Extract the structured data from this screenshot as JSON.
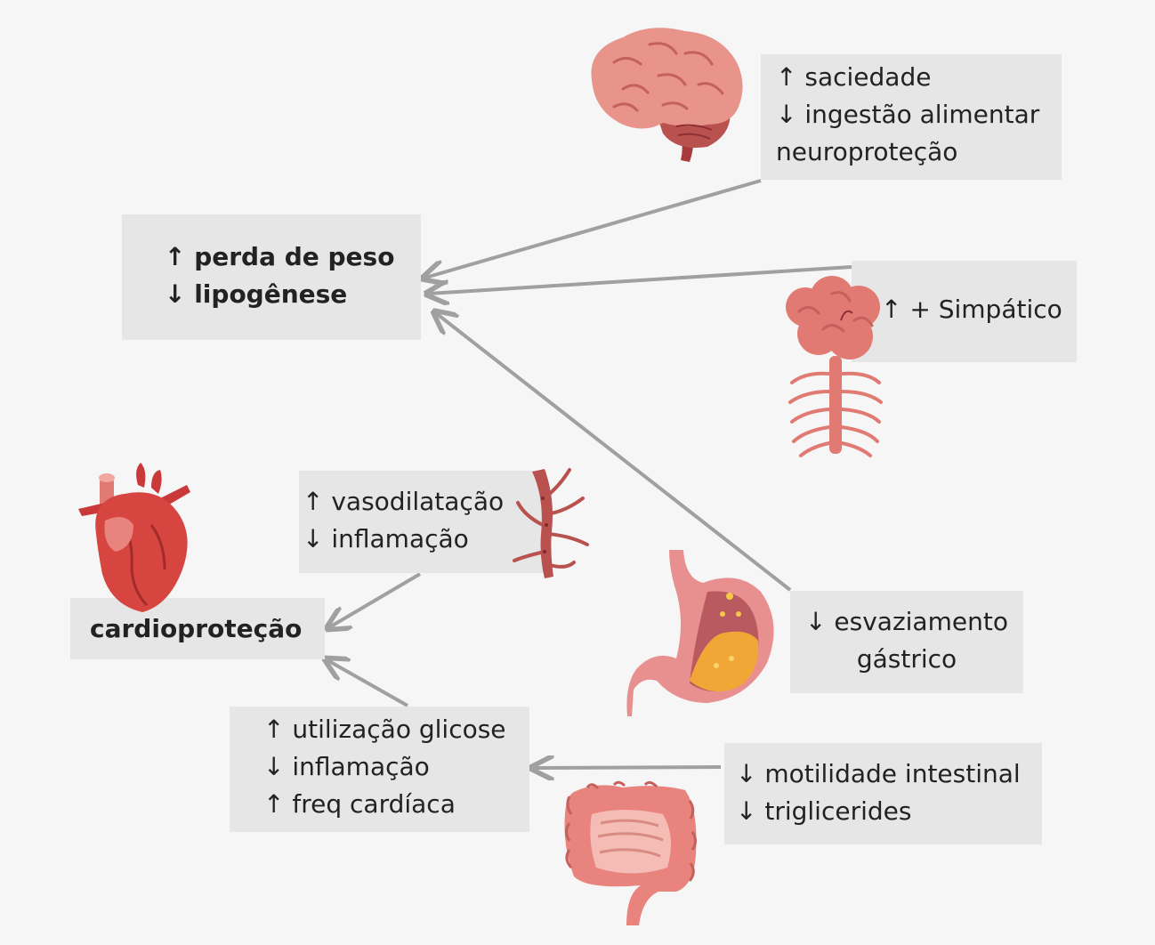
{
  "nodes": {
    "brain_effects": {
      "lines": [
        "↑ saciedade",
        "↓ ingestão alimentar",
        "neuroproteção"
      ]
    },
    "weight": {
      "lines": [
        "↑ perda de peso",
        "↓ lipogênese"
      ]
    },
    "sympathetic": {
      "lines": [
        "↑ + Simpático"
      ]
    },
    "vascular": {
      "lines": [
        "↑ vasodilatação",
        "↓ inflamação"
      ]
    },
    "cardio": {
      "lines": [
        "cardioproteção"
      ]
    },
    "gastric": {
      "lines": [
        "↓ esvaziamento",
        "gástrico"
      ]
    },
    "glucose": {
      "lines": [
        "↑ utilização glicose",
        "↓ inflamação",
        "↑ freq cardíaca"
      ]
    },
    "intestine": {
      "lines": [
        "↓ motilidade intestinal",
        "↓ triglicerides"
      ]
    }
  },
  "edges": [
    {
      "from": "brain_effects",
      "to": "weight"
    },
    {
      "from": "sympathetic",
      "to": "weight"
    },
    {
      "from": "gastric",
      "to": "weight"
    },
    {
      "from": "vascular",
      "to": "cardio"
    },
    {
      "from": "glucose",
      "to": "cardio"
    },
    {
      "from": "intestine",
      "to": "glucose"
    }
  ],
  "icons": [
    "brain-icon",
    "nervous-system-icon",
    "heart-icon",
    "blood-vessel-icon",
    "stomach-icon",
    "intestine-icon"
  ],
  "colors": {
    "box": "#e6e6e6",
    "arrow": "#a0a0a0",
    "organ": "#e07a72",
    "organ_dark": "#a83a3e"
  }
}
